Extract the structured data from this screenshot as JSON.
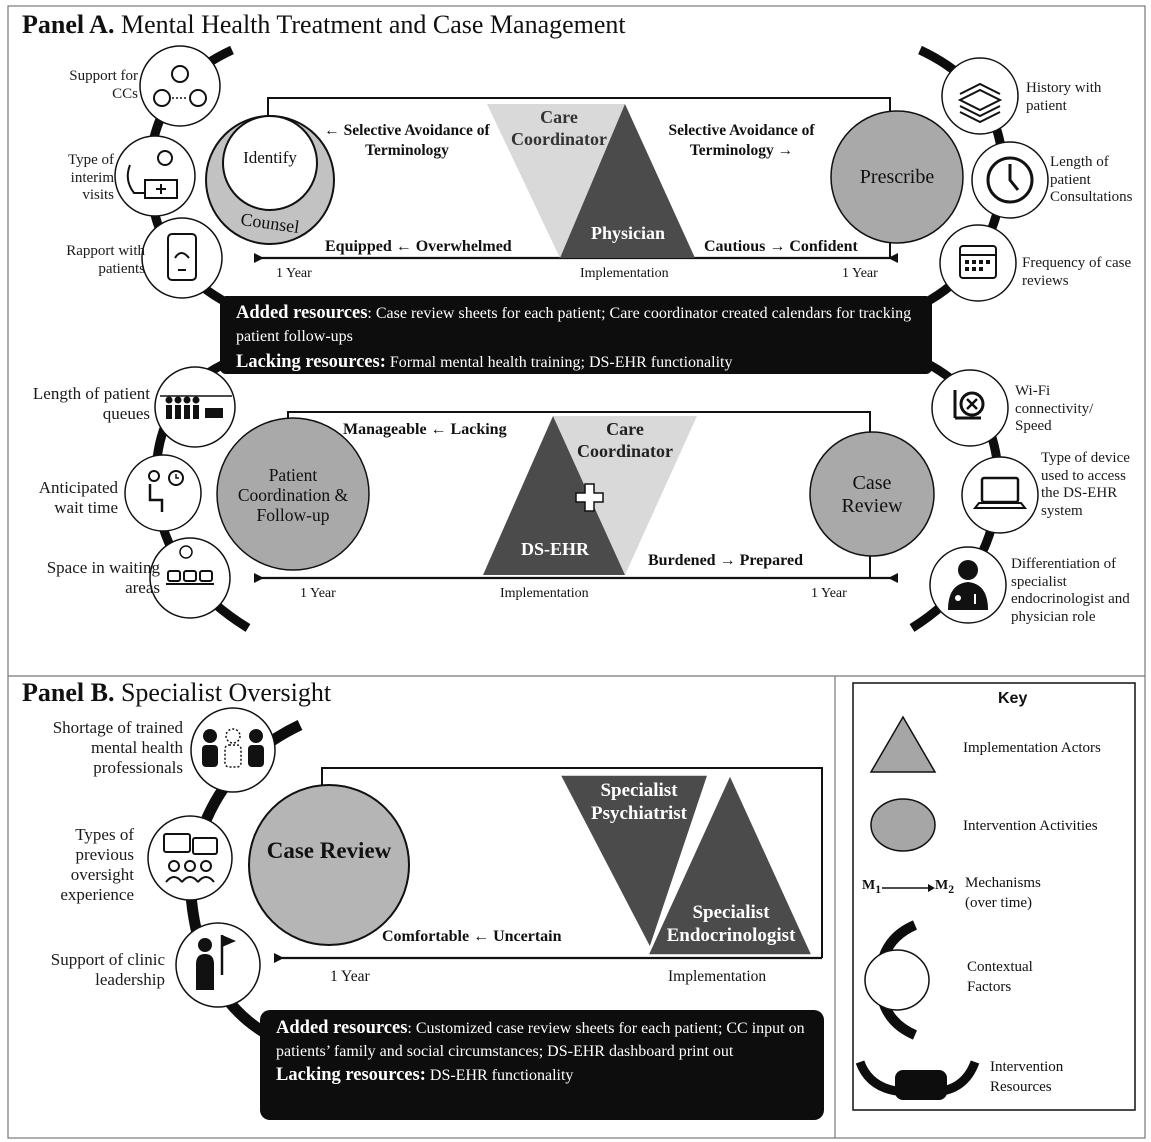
{
  "colors": {
    "black": "#0d0d0d",
    "dark_actor": "#4b4b4b",
    "light_actor": "#d9d9d9",
    "activity_gray": "#a9a9a9",
    "activity_light": "#c2c2c2",
    "key_gray": "#a6a6a6",
    "white": "#ffffff"
  },
  "panel_a": {
    "title_bold": "Panel A.",
    "title_rest": "Mental Health Treatment and Case Management",
    "left_factors_top": [
      {
        "label": "Support for CCs",
        "icon": "people-network-icon"
      },
      {
        "label": "Type of interim visits",
        "icon": "clinic-desk-icon"
      },
      {
        "label": "Rapport with patients",
        "icon": "phone-call-icon"
      }
    ],
    "right_factors_top": [
      {
        "label": "History with patient",
        "icon": "document-stack-icon"
      },
      {
        "label": "Length of patient Consultations",
        "icon": "clock-icon"
      },
      {
        "label": "Frequency of case reviews",
        "icon": "calendar-icon"
      }
    ],
    "top_diagram": {
      "activity_identify": "Identify",
      "activity_counsel": "Counsel",
      "activity_prescribe": "Prescribe",
      "actor_care_coordinator": "Care Coordinator",
      "actor_physician": "Physician",
      "mech_left_top": "← Selective Avoidance of Terminology",
      "mech_right_top": "Selective Avoidance of Terminology →",
      "mech_left_bottom": "Equipped ← Overwhelmed",
      "mech_right_bottom": "Cautious → Confident",
      "axis_left": "1 Year",
      "axis_center": "Implementation",
      "axis_right": "1 Year"
    },
    "resources": {
      "added_label": "Added resources",
      "added_text": ": Case review sheets for each patient; Care coordinator created calendars for tracking patient follow-ups",
      "lacking_label": "Lacking resources:",
      "lacking_text": " Formal mental health training; DS-EHR functionality"
    },
    "left_factors_bottom": [
      {
        "label": "Length of patient queues",
        "icon": "queue-icon"
      },
      {
        "label": "Anticipated wait time",
        "icon": "waiting-person-icon"
      },
      {
        "label": "Space in waiting areas",
        "icon": "waiting-chairs-icon"
      }
    ],
    "right_factors_bottom": [
      {
        "label": "Wi-Fi connectivity/ Speed",
        "icon": "wifi-error-icon"
      },
      {
        "label": "Type of device used to access the DS-EHR system",
        "icon": "laptop-icon"
      },
      {
        "label": "Differentiation of specialist endocrinologist and physician role",
        "icon": "doctor-icon"
      }
    ],
    "bottom_diagram": {
      "activity_patient_coordination": "Patient Coordination & Follow-up",
      "activity_case_review": "Case Review",
      "actor_care_coordinator": "Care Coordinator",
      "actor_ds_ehr": "DS-EHR",
      "mech_left": "Manageable ← Lacking",
      "mech_right": "Burdened → Prepared",
      "axis_left": "1 Year",
      "axis_center": "Implementation",
      "axis_right": "1 Year"
    }
  },
  "panel_b": {
    "title_bold": "Panel B.",
    "title_rest": "Specialist Oversight",
    "left_factors": [
      {
        "label": "Shortage of trained mental health professionals",
        "icon": "people-silhouette-icon"
      },
      {
        "label": "Types of previous oversight experience",
        "icon": "discussion-group-icon"
      },
      {
        "label": "Support of clinic leadership",
        "icon": "leader-flag-icon"
      }
    ],
    "activity_case_review": "Case Review",
    "actor_psychiatrist": "Specialist Psychiatrist",
    "actor_endocrinologist": "Specialist Endocrinologist",
    "mech": "Comfortable ← Uncertain",
    "axis_left": "1 Year",
    "axis_right": "Implementation",
    "resources": {
      "added_label": "Added resources",
      "added_text": ": Customized case review sheets for each patient; CC input on patients’ family and social circumstances; DS-EHR dashboard print out",
      "lacking_label": "Lacking resources:",
      "lacking_text": " DS-EHR functionality"
    }
  },
  "key": {
    "title": "Key",
    "implementation_actors": "Implementation Actors",
    "intervention_activities": "Intervention Activities",
    "m1": "M",
    "m1_sub": "1",
    "m2": "M",
    "m2_sub": "2",
    "mechanisms": "Mechanisms (over time)",
    "contextual_factors": "Contextual Factors",
    "intervention_resources": "Intervention Resources"
  }
}
